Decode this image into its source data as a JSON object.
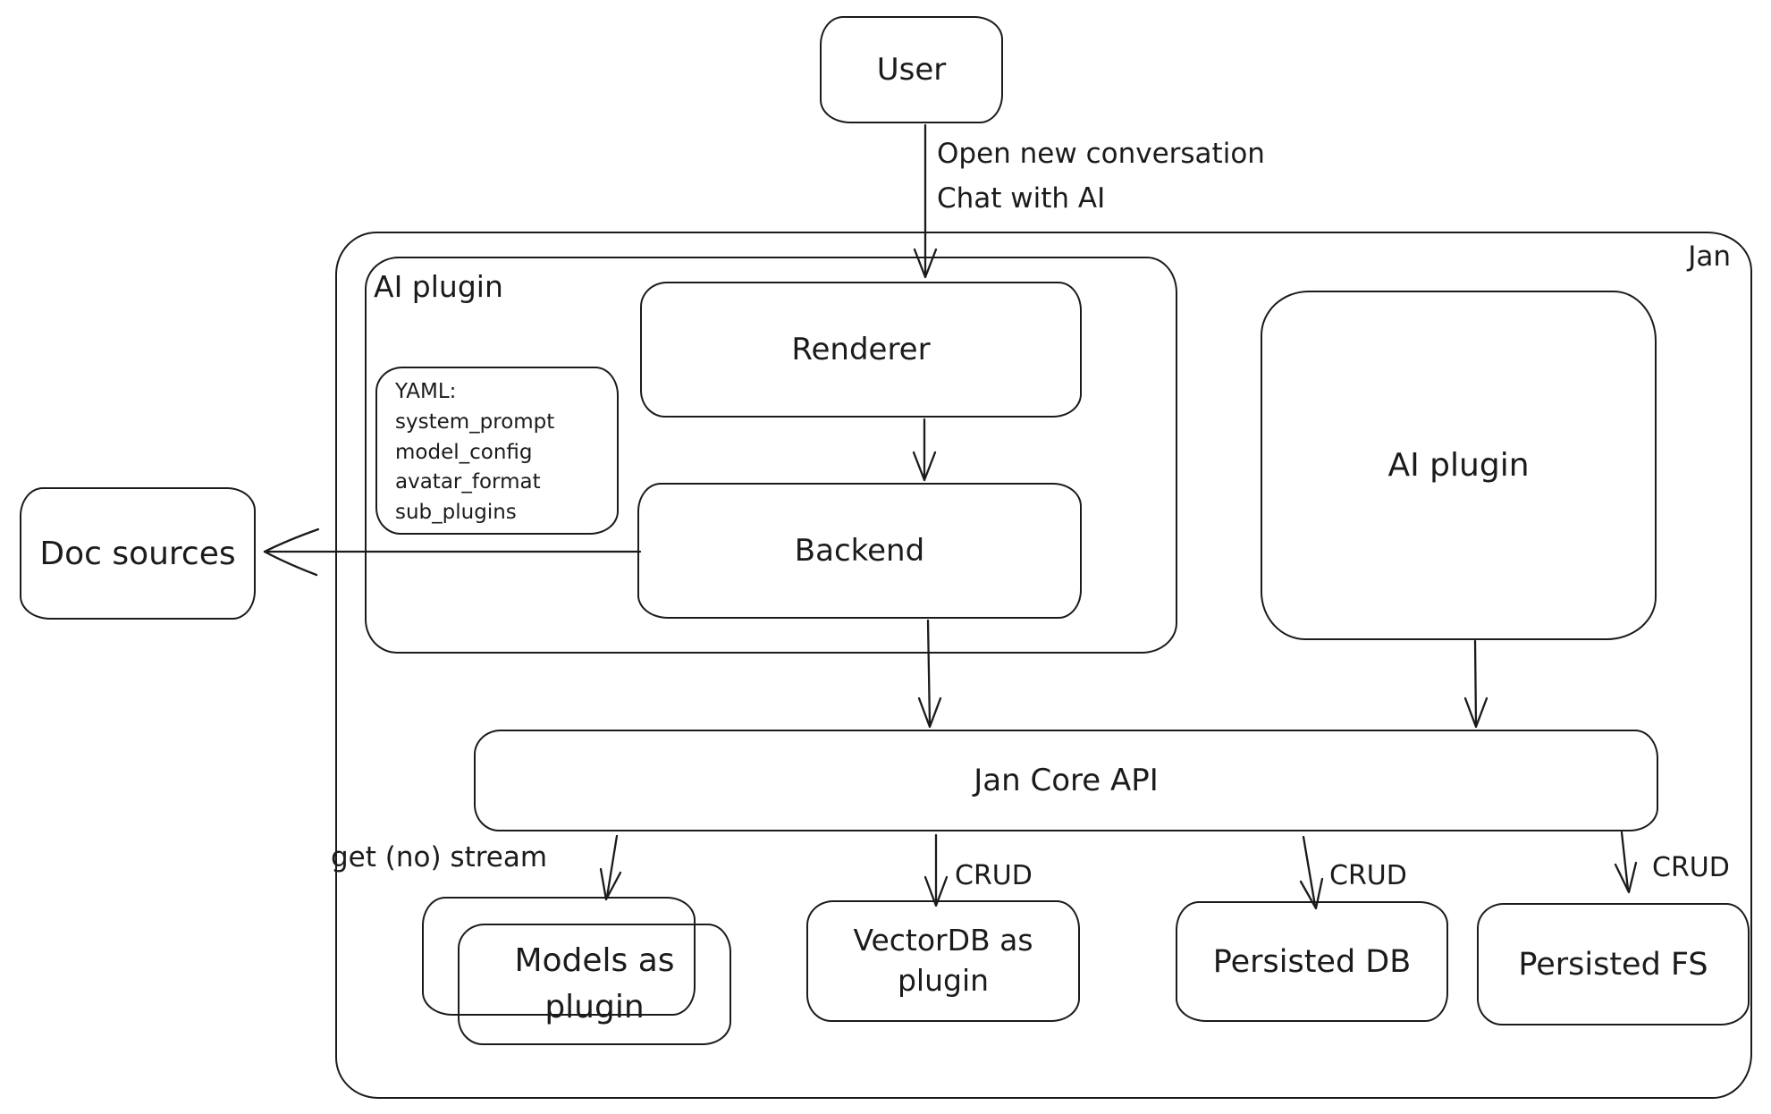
{
  "diagram": {
    "background": "#ffffff",
    "stroke_color": "#1b1b1b"
  },
  "nodes": {
    "user": {
      "label": "User"
    },
    "jan": {
      "label": "Jan"
    },
    "ai_plugin_group": {
      "label": "AI plugin"
    },
    "yaml_note": {
      "lines": [
        "YAML:",
        "system_prompt",
        "model_config",
        "avatar_format",
        "sub_plugins"
      ]
    },
    "renderer": {
      "label": "Renderer"
    },
    "backend": {
      "label": "Backend"
    },
    "ai_plugin_right": {
      "label": "AI plugin"
    },
    "doc_sources": {
      "label": "Doc sources"
    },
    "jan_core_api": {
      "label": "Jan Core API"
    },
    "models_plugin": {
      "label": "Models as plugin"
    },
    "vectordb_plugin": {
      "label": "VectorDB as plugin"
    },
    "persisted_db": {
      "label": "Persisted DB"
    },
    "persisted_fs": {
      "label": "Persisted FS"
    }
  },
  "edge_labels": {
    "user_to_renderer": [
      "Open new conversation",
      "Chat with AI"
    ],
    "core_to_models": "get (no) stream",
    "core_to_vectordb": "CRUD",
    "core_to_persisted_db": "CRUD",
    "core_to_persisted_fs": "CRUD"
  }
}
